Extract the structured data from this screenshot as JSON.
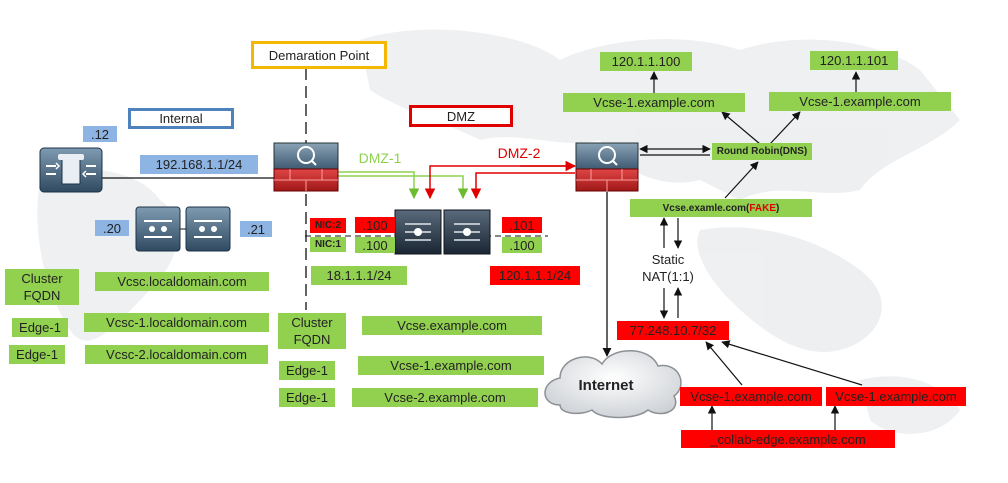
{
  "zones": {
    "demarcation": "Demaration Point",
    "internal": "Internal",
    "dmz": "DMZ"
  },
  "links": {
    "dmz1": "DMZ-1",
    "dmz2": "DMZ-2"
  },
  "internal_net": {
    "host_ip": ".12",
    "subnet": "192.168.1.1/24",
    "node_a_ip": ".20",
    "node_b_ip": ".21"
  },
  "nics": {
    "nic2": "NIC:2",
    "nic1": "NIC:1",
    "left_nic2_ip": ".100",
    "left_nic1_ip": ".100",
    "right_nic2_ip": ".101",
    "right_nic1_ip": ".100"
  },
  "dmz_subnets": {
    "green": "18.1.1.1/24",
    "red": "120.1.1.1/24"
  },
  "internal_labels": {
    "cluster_fqdn_label": "Cluster\nFQDN",
    "cluster_fqdn_value": "Vcsc.localdomain.com",
    "edge1_label": "Edge-1",
    "edge1_value": "Vcsc-1.localdomain.com",
    "edge2_label": "Edge-1",
    "edge2_value": "Vcsc-2.localdomain.com"
  },
  "external_labels": {
    "cluster_fqdn_label": "Cluster\nFQDN",
    "cluster_fqdn_value": "Vcse.example.com",
    "edge1_label": "Edge-1",
    "edge1_value": "Vcse-1.example.com",
    "edge2_label": "Edge-1",
    "edge2_value": "Vcse-2.example.com"
  },
  "dns": {
    "ip_left": "120.1.1.100",
    "ip_right": "120.1.1.101",
    "host_left": "Vcse-1.example.com",
    "host_right": "Vcse-1.example.com",
    "round_robin": "Round Robin(DNS)",
    "fake_name": "Vcse.examle.com(",
    "fake_tag": "FAKE",
    "fake_close": ")",
    "static_nat": "Static\nNAT(1:1)",
    "public_ip": "77.248.10.7/32",
    "srv_left": "Vcse-1.example.com",
    "srv_right": "Vcse-1.example.com",
    "srv_record": "_collab-edge.example.com"
  },
  "internet": "Internet",
  "colors": {
    "green_label": "#92d050",
    "blue_label": "#8db4e2",
    "red_label": "#ff0000",
    "demarcation_border": "#f5b800",
    "internal_border": "#4f81bd",
    "dmz_border": "#e00000",
    "link_green": "#8fd14f",
    "link_red": "#e00000"
  },
  "icons": [
    "firewall-icon",
    "router-icon",
    "server-icon",
    "cloud-icon"
  ]
}
